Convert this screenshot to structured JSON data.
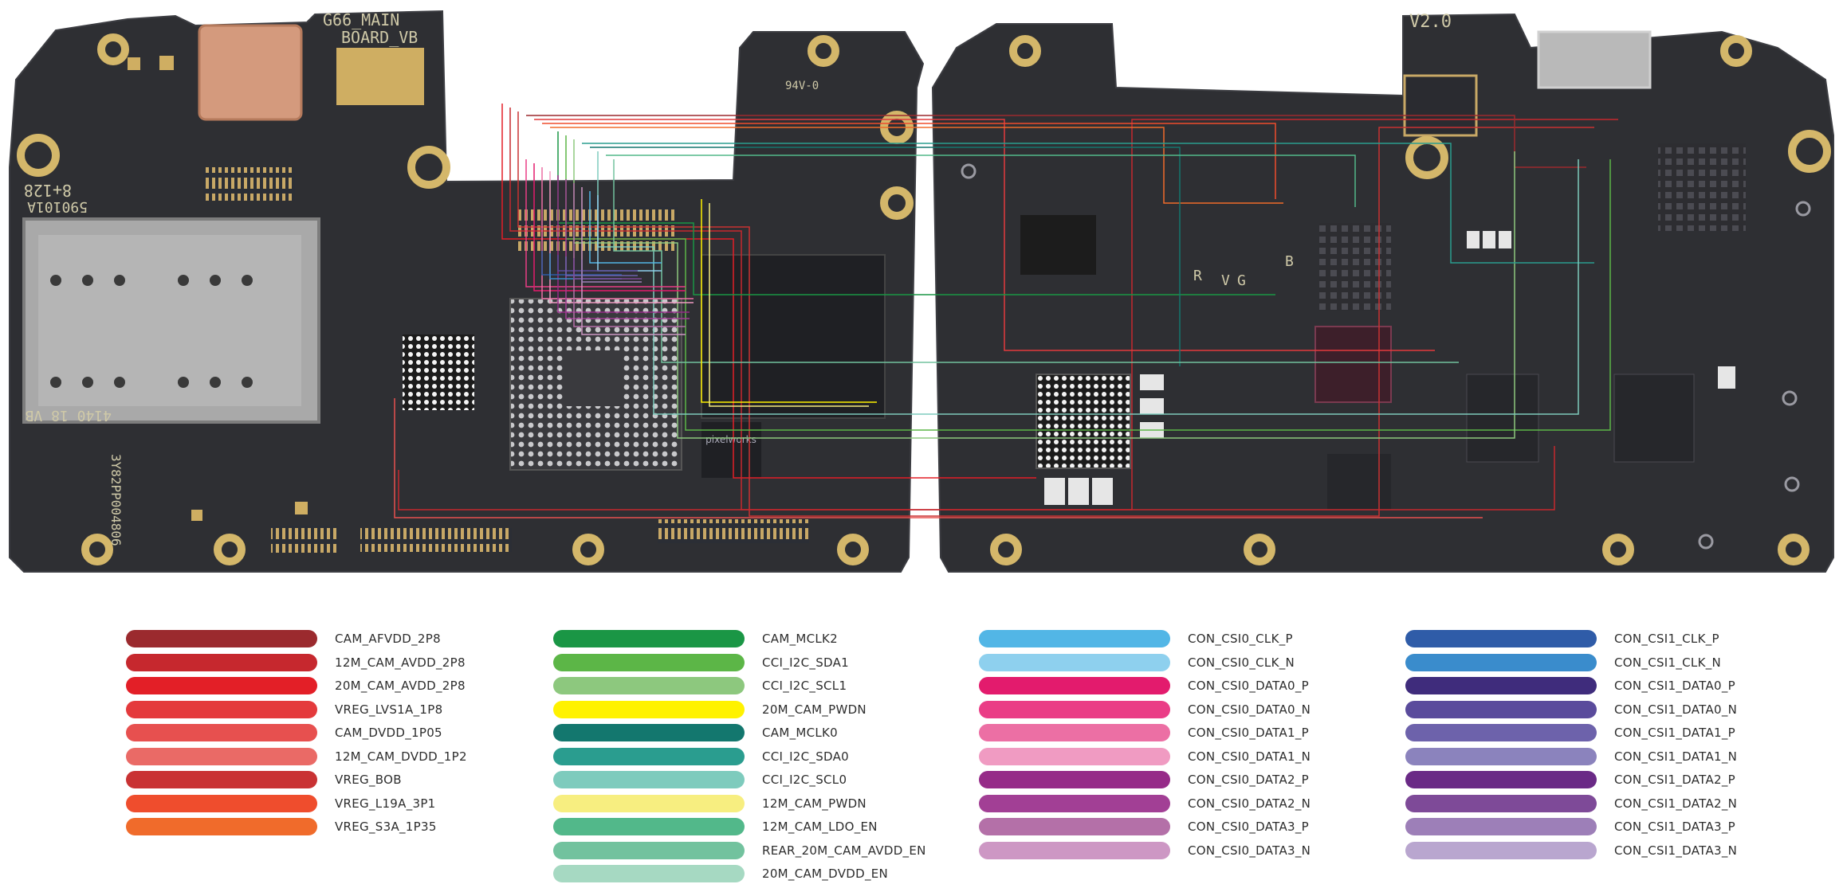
{
  "board_marks": {
    "model": "G66_MAIN",
    "board": "BOARD_VB",
    "version": "V2.0",
    "left_code": "8+128",
    "left_code2": "590101A",
    "bottom_code": "4140 18 VB",
    "serial": "3Y82PP004806",
    "chip_brand": "pixelworks",
    "mid_code": "94V-0",
    "letters_r": "R",
    "letters_v": "V",
    "letters_g": "G",
    "letters_b": "B"
  },
  "legend": [
    {
      "label": "CAM_AFVDD_2P8",
      "color": "#9b2a2e"
    },
    {
      "label": "12M_CAM_AVDD_2P8",
      "color": "#c6282e"
    },
    {
      "label": "20M_CAM_AVDD_2P8",
      "color": "#e31f27"
    },
    {
      "label": "VREG_LVS1A_1P8",
      "color": "#e43a3c"
    },
    {
      "label": "CAM_DVDD_1P05",
      "color": "#e7504f"
    },
    {
      "label": "12M_CAM_DVDD_1P2",
      "color": "#ea6a66"
    },
    {
      "label": "VREG_BOB",
      "color": "#c93233"
    },
    {
      "label": "VREG_L19A_3P1",
      "color": "#ef4d2d"
    },
    {
      "label": "VREG_S3A_1P35",
      "color": "#f06b2b"
    },
    {
      "label": "CAM_MCLK2",
      "color": "#1a9645"
    },
    {
      "label": "CCI_I2C_SDA1",
      "color": "#5cb647"
    },
    {
      "label": "CCI_I2C_SCL1",
      "color": "#8dc87e"
    },
    {
      "label": "20M_CAM_PWDN",
      "color": "#fff200"
    },
    {
      "label": "CAM_MCLK0",
      "color": "#13776e"
    },
    {
      "label": "CCI_I2C_SDA0",
      "color": "#2a9d8f"
    },
    {
      "label": "CCI_I2C_SCL0",
      "color": "#7ecbbd"
    },
    {
      "label": "12M_CAM_PWDN",
      "color": "#f7ee80"
    },
    {
      "label": "12M_CAM_LDO_EN",
      "color": "#52b88a"
    },
    {
      "label": "REAR_20M_CAM_AVDD_EN",
      "color": "#72c29e"
    },
    {
      "label": "20M_CAM_DVDD_EN",
      "color": "#a6d9c2"
    },
    {
      "label": "CON_CSI0_CLK_P",
      "color": "#52b6e6"
    },
    {
      "label": "CON_CSI0_CLK_N",
      "color": "#8ed0ee"
    },
    {
      "label": "CON_CSI0_DATA0_P",
      "color": "#e31b6d"
    },
    {
      "label": "CON_CSI0_DATA0_N",
      "color": "#ea3d86"
    },
    {
      "label": "CON_CSI0_DATA1_P",
      "color": "#ec6fa4"
    },
    {
      "label": "CON_CSI0_DATA1_N",
      "color": "#f09bc2"
    },
    {
      "label": "CON_CSI0_DATA2_P",
      "color": "#962b88"
    },
    {
      "label": "CON_CSI0_DATA2_N",
      "color": "#a23f95"
    },
    {
      "label": "CON_CSI0_DATA3_P",
      "color": "#b470a8"
    },
    {
      "label": "CON_CSI0_DATA3_N",
      "color": "#cd97c4"
    },
    {
      "label": "CON_CSI1_CLK_P",
      "color": "#2f5ca8"
    },
    {
      "label": "CON_CSI1_CLK_N",
      "color": "#3a8ccc"
    },
    {
      "label": "CON_CSI1_DATA0_P",
      "color": "#3f2c7c"
    },
    {
      "label": "CON_CSI1_DATA0_N",
      "color": "#5a4b9c"
    },
    {
      "label": "CON_CSI1_DATA1_P",
      "color": "#6d62ab"
    },
    {
      "label": "CON_CSI1_DATA1_N",
      "color": "#8b83bd"
    },
    {
      "label": "CON_CSI1_DATA2_P",
      "color": "#6a2a86"
    },
    {
      "label": "CON_CSI1_DATA2_N",
      "color": "#7e4a98"
    },
    {
      "label": "CON_CSI1_DATA3_P",
      "color": "#9d7fb8"
    },
    {
      "label": "CON_CSI1_DATA3_N",
      "color": "#b9a6cf"
    }
  ]
}
